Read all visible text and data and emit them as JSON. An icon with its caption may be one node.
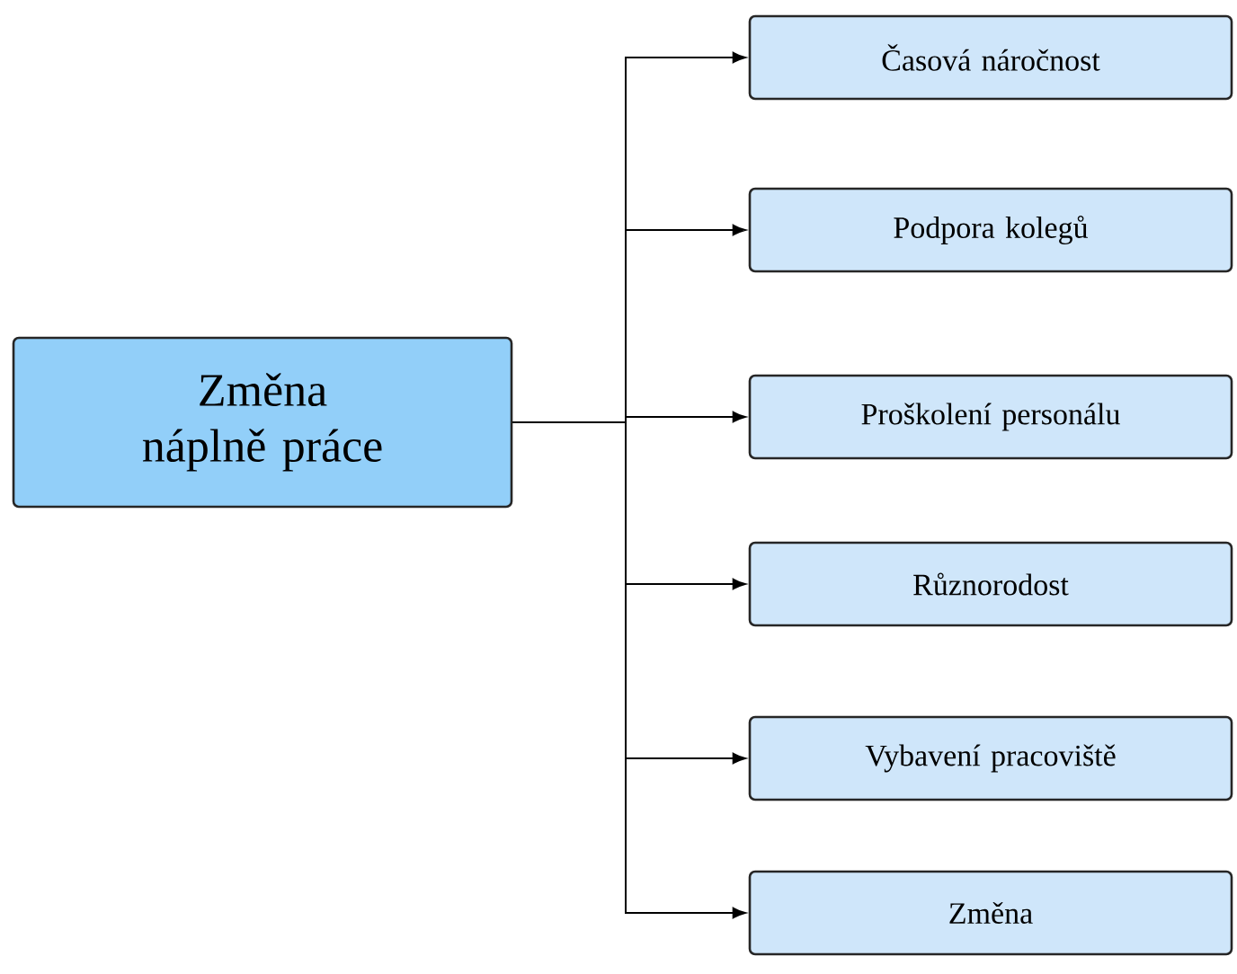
{
  "diagram": {
    "nodes": [
      {
        "text": [
          "Změna náplně práce"
        ]
      },
      {
        "text": [
          "Časová náročnost"
        ]
      },
      {
        "text": [
          "Podpora kolegů"
        ]
      },
      {
        "text": [
          "Proškolení personálu"
        ]
      },
      {
        "text": [
          "Různorodost"
        ]
      },
      {
        "text": [
          "Vybavení pracoviště"
        ]
      },
      {
        "text": [
          "Změna"
        ]
      }
    ],
    "edges": [
      {
        "from": 0,
        "to": 1,
        "arrow": "to"
      },
      {
        "from": 0,
        "to": 2,
        "arrow": "to"
      },
      {
        "from": 0,
        "to": 3,
        "arrow": "to"
      },
      {
        "from": 0,
        "to": 4,
        "arrow": "to"
      },
      {
        "from": 0,
        "to": 5,
        "arrow": "to"
      },
      {
        "from": 0,
        "to": 6,
        "arrow": "to"
      }
    ]
  }
}
